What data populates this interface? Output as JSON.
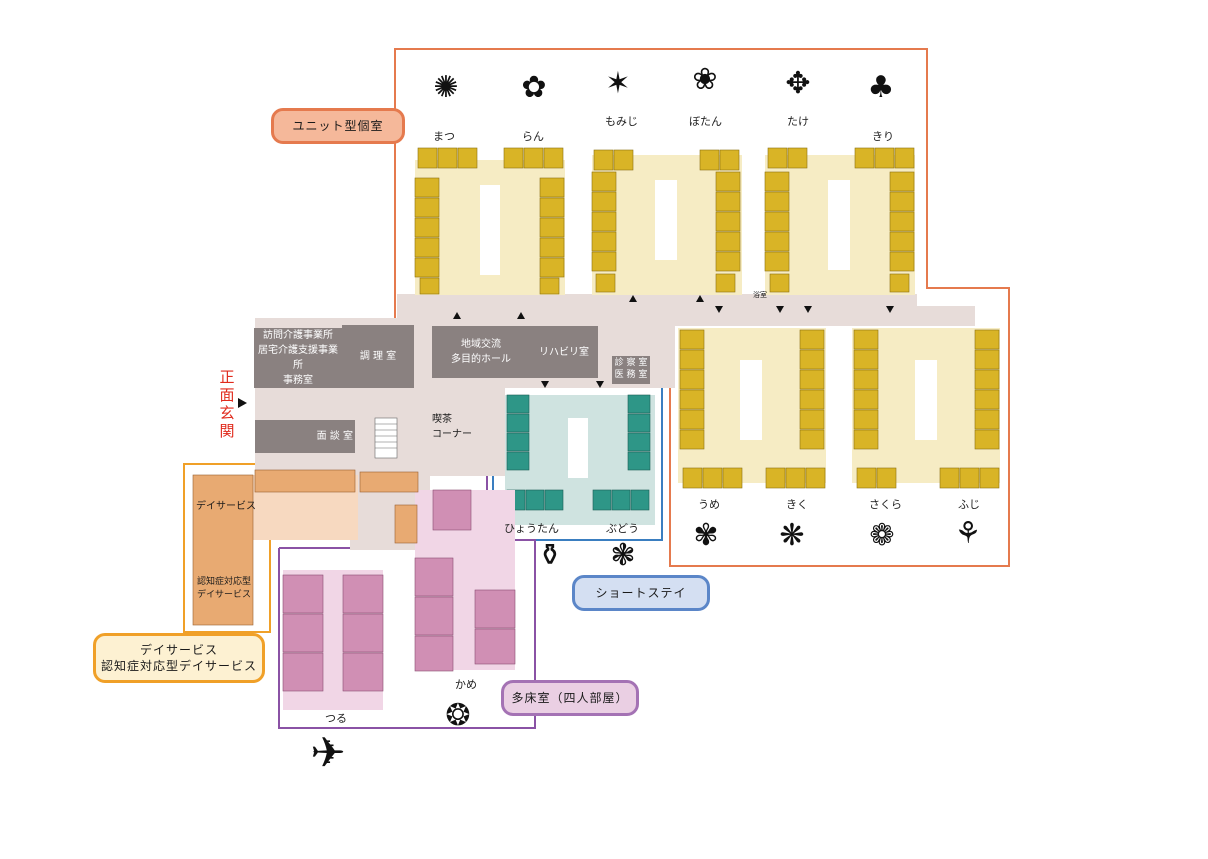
{
  "categories": {
    "unit": "ユニット型個室",
    "short": "ショートステイ",
    "multi": "多床室（四人部屋）",
    "day_line1": "デイサービス",
    "day_line2": "認知症対応型デイサービス"
  },
  "entrance": [
    "正",
    "面",
    "玄",
    "関"
  ],
  "rooms": {
    "office_line1": "訪問介護事業所",
    "office_line2": "居宅介護支援事業所",
    "office_line3": "事務室",
    "kitchen": "調 理 室",
    "community_line1": "地域交流",
    "community_line2": "多目的ホール",
    "rehab": "リハビリ室",
    "clinic_line1": "診 察 室",
    "clinic_line2": "医 務 室",
    "interview": "面 談 室",
    "cafe_line1": "喫茶",
    "cafe_line2": "コーナー",
    "dayservice": "デイサービス",
    "dementia_line1": "認知症対応型",
    "dementia_line2": "デイサービス",
    "bath": "浴室"
  },
  "wings": [
    "まつ",
    "らん",
    "もみじ",
    "ぼたん",
    "たけ",
    "きり",
    "うめ",
    "きく",
    "さくら",
    "ふじ",
    "ひょうたん",
    "ぶどう",
    "つる",
    "かめ"
  ],
  "icons": [
    "pine-crest-icon",
    "orchid-icon",
    "maple-leaf-icon",
    "peony-icon",
    "bamboo-icon",
    "paulownia-icon",
    "plum-icon",
    "chrysanthemum-icon",
    "cherry-blossom-icon",
    "wisteria-icon",
    "gourd-icon",
    "grape-icon",
    "crane-icon",
    "turtle-icon"
  ],
  "colors": {
    "unit_room": "#d9b426",
    "unit_floor": "#f6ecc4",
    "corridor": "#e7dcd9",
    "short_room": "#2e9687",
    "short_floor": "#cfe3e0",
    "multi_room": "#d08fb4",
    "multi_floor": "#f1d6e6",
    "day_room": "#e8aa72",
    "day_floor": "#f7d9c0",
    "admin": "#8a8180",
    "unit_border": "#e57a4e",
    "short_border": "#3a7ec0",
    "multi_border": "#8a52a5",
    "day_border": "#f0a028",
    "entrance_text": "#e02a1c"
  }
}
